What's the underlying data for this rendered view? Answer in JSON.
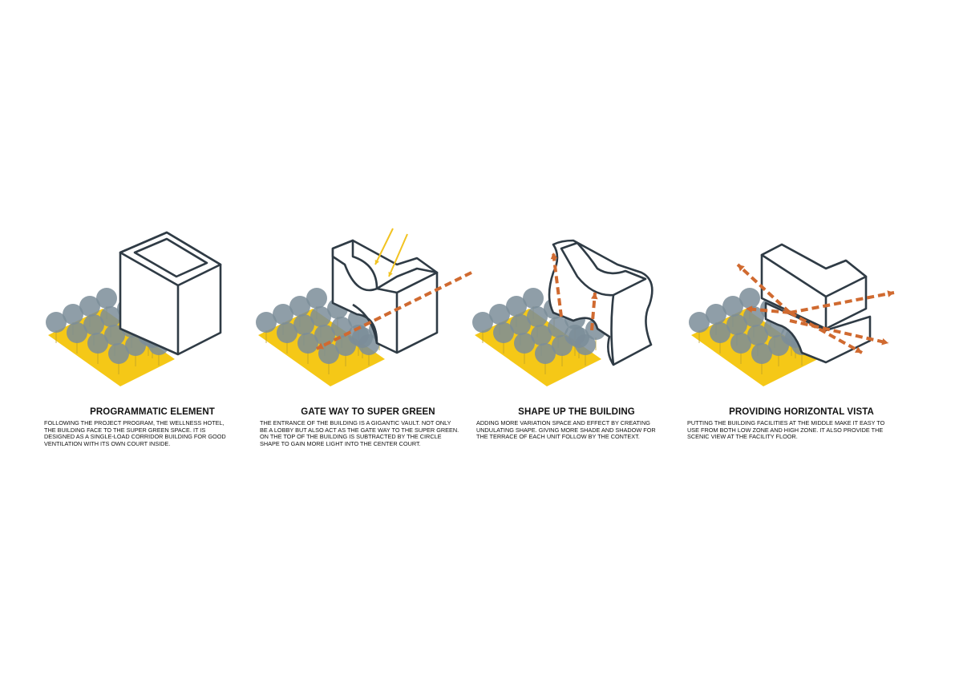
{
  "colors": {
    "ground": "#f5c817",
    "tree": "#7b8d99",
    "outline": "#2f3b45",
    "arrow_orange": "#d06a30",
    "arrow_yellow": "#f2c321"
  },
  "panels": [
    {
      "title": "PROGRAMMATIC ELEMENT",
      "description": "FOLLOWING THE PROJECT PROGRAM, THE WELLNESS HOTEL,\nTHE BUILDING FACE TO THE SUPER GREEN SPACE.  IT IS\nDESIGNED AS A SINGLE-LOAD CORRIDOR BUILDING FOR GOOD\nVENTILATION WITH ITS OWN COURT INSIDE."
    },
    {
      "title": "GATE WAY TO SUPER GREEN",
      "description": "THE ENTRANCE OF THE BUILDING IS A GIGANTIC VAULT.  NOT ONLY\nBE A LOBBY BUT ALSO ACT AS THE GATE WAY TO THE SUPER GREEN.\nON THE TOP OF THE BUILDING IS SUBTRACTED BY THE CIRCLE\nSHAPE TO GAIN MORE LIGHT INTO THE CENTER COURT."
    },
    {
      "title": "SHAPE UP THE BUILDING",
      "description": "ADDING MORE VARIATION SPACE AND EFFECT BY CREATING\nUNDULATING SHAPE.  GIVING MORE SHADE AND SHADOW  FOR\nTHE TERRACE OF EACH UNIT FOLLOW BY THE CONTEXT."
    },
    {
      "title": "PROVIDING HORIZONTAL VISTA",
      "description": "PUTTING THE BUILDING FACILITIES AT THE MIDDLE MAKE IT EASY TO\nUSE FROM BOTH LOW ZONE AND HIGH ZONE.  IT ALSO PROVIDE THE\nSCENIC VIEW AT THE FACILITY FLOOR."
    }
  ]
}
